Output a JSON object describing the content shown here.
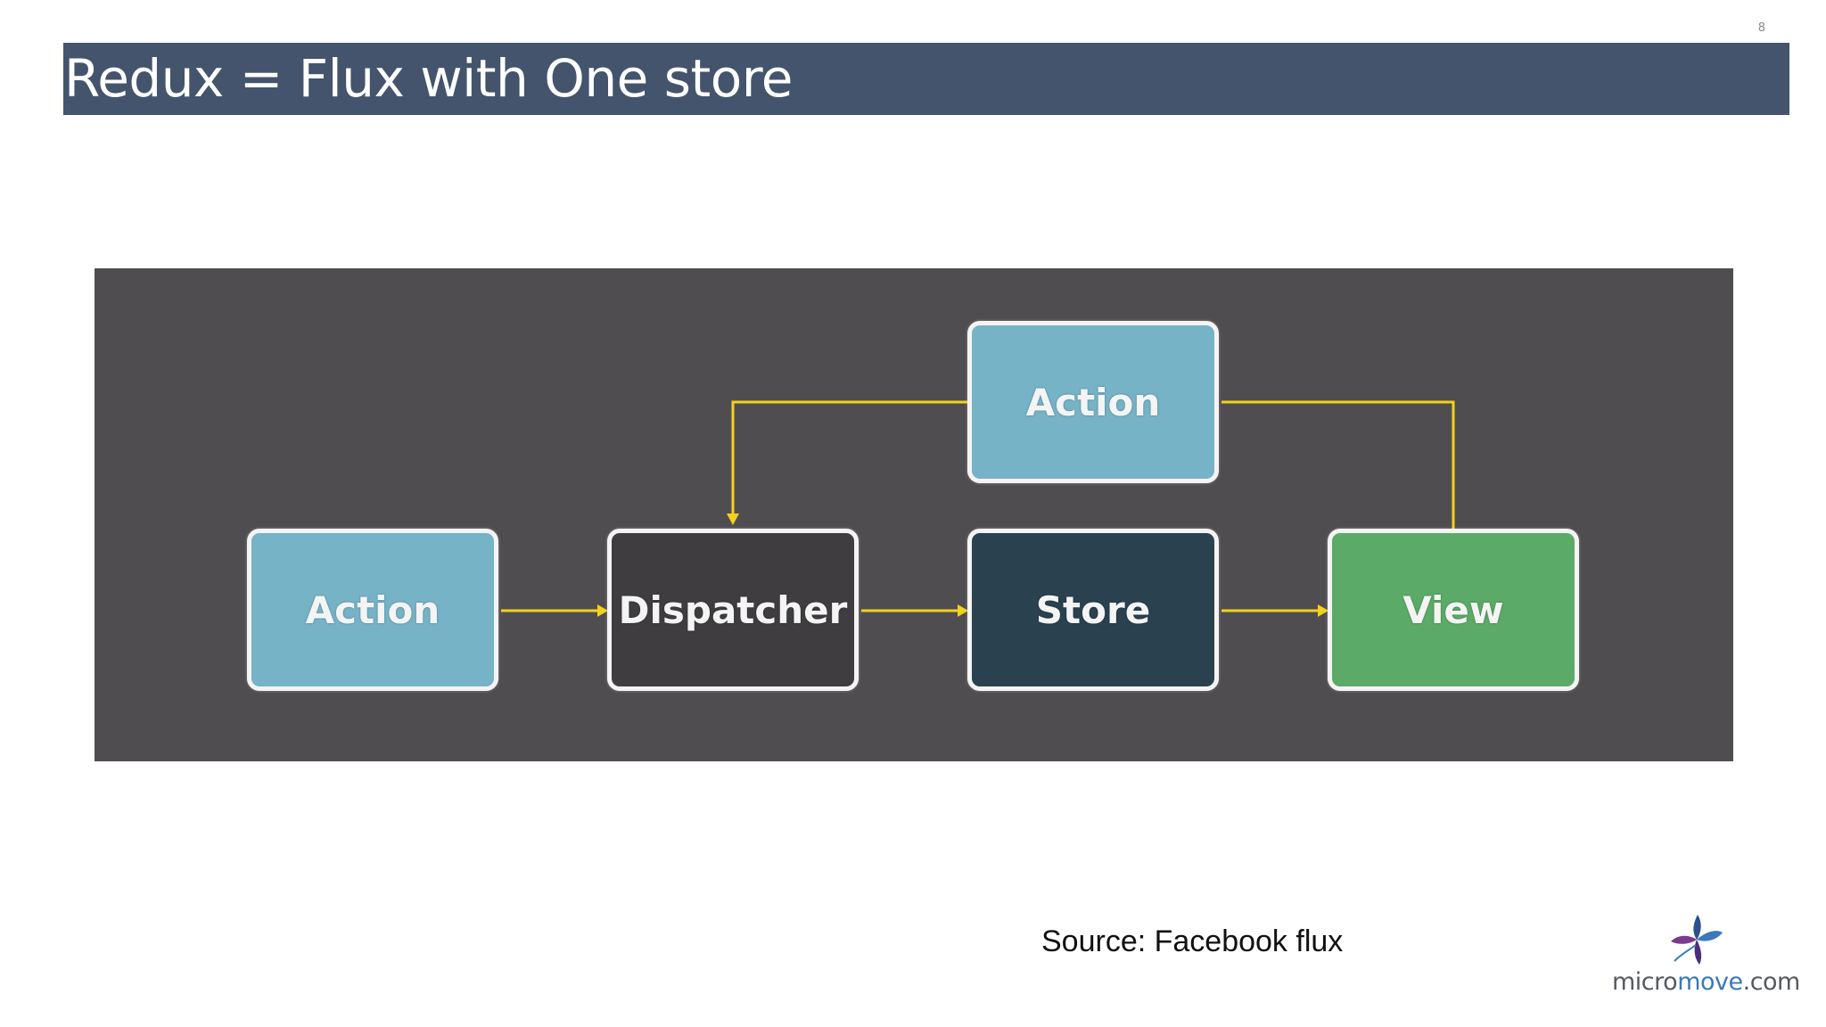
{
  "slide": {
    "number": "8",
    "title": "Redux = Flux with One store",
    "source_caption": "Source: Facebook flux"
  },
  "diagram": {
    "nodes": [
      {
        "id": "action-left",
        "label": "Action",
        "color": "#76b3c6"
      },
      {
        "id": "dispatcher",
        "label": "Dispatcher",
        "color": "#3f3d40"
      },
      {
        "id": "store",
        "label": "Store",
        "color": "#2a4150"
      },
      {
        "id": "view",
        "label": "View",
        "color": "#5baa68"
      },
      {
        "id": "action-top",
        "label": "Action",
        "color": "#76b3c6"
      }
    ],
    "edges": [
      {
        "from": "action-left",
        "to": "dispatcher"
      },
      {
        "from": "dispatcher",
        "to": "store"
      },
      {
        "from": "store",
        "to": "view"
      },
      {
        "from": "view",
        "to": "action-top"
      },
      {
        "from": "action-top",
        "to": "dispatcher"
      }
    ],
    "connector_color": "#f2d21b",
    "panel_color": "#504d51"
  },
  "logo": {
    "text_prefix": "micro",
    "text_accent": "move",
    "text_suffix": ".com",
    "accent_color": "#3a79b8"
  },
  "colors": {
    "title_bar": "#44546c"
  }
}
